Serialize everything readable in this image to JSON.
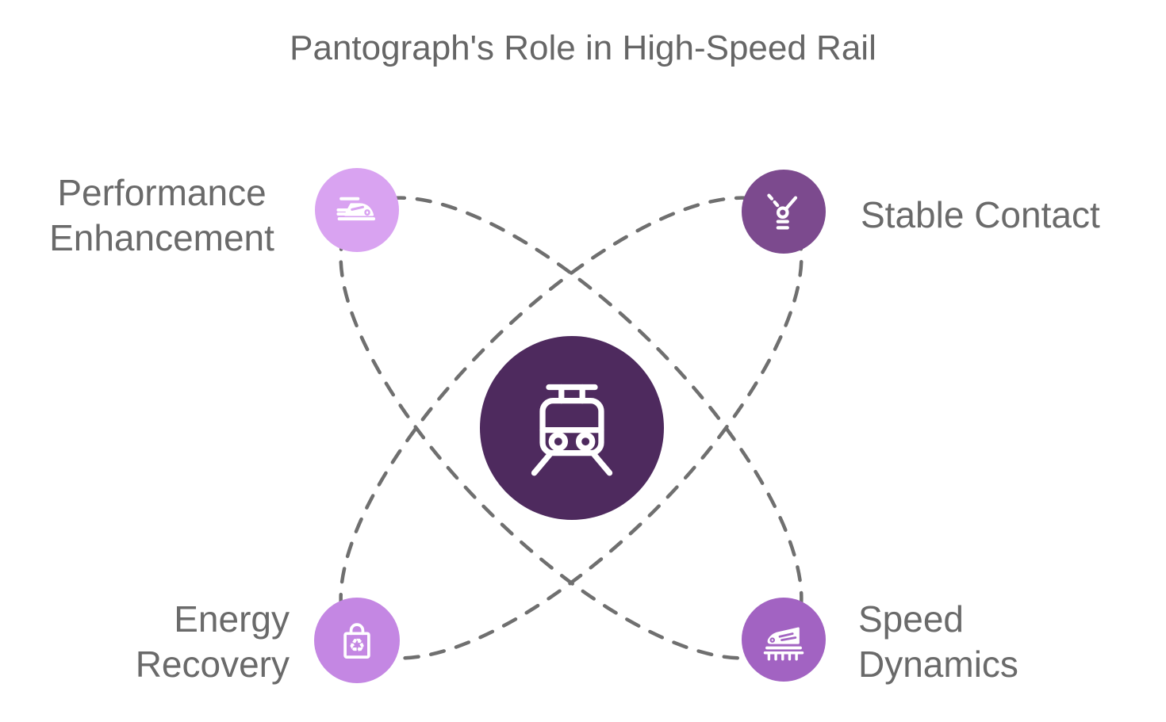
{
  "title": "Pantograph's Role in High-Speed Rail",
  "diagram_type": "central-hub-with-four-orbiting-nodes",
  "colors": {
    "background": "#ffffff",
    "title_text": "#666666",
    "label_text": "#6a6a6a",
    "orbit_dashes": "#6f6f6f",
    "center_circle": "#4e2a5e",
    "top_left_circle": "#d9a3f1",
    "top_right_circle": "#7c4a8e",
    "bottom_left_circle": "#c487e3",
    "bottom_right_circle": "#a263c2",
    "icon_stroke": "#ffffff"
  },
  "center": {
    "icon": "tram-pantograph-icon"
  },
  "nodes": [
    {
      "id": "performance-enhancement",
      "label": "Performance Enhancement",
      "icon": "high-speed-train-icon",
      "position": "top-left",
      "color": "#d9a3f1"
    },
    {
      "id": "stable-contact",
      "label": "Stable Contact",
      "icon": "contact-spark-icon",
      "position": "top-right",
      "color": "#7c4a8e"
    },
    {
      "id": "energy-recovery",
      "label": "Energy Recovery",
      "icon": "recycle-bag-icon",
      "position": "bottom-left",
      "color": "#c487e3"
    },
    {
      "id": "speed-dynamics",
      "label": "Speed Dynamics",
      "icon": "train-on-track-icon",
      "position": "bottom-right",
      "color": "#a263c2"
    }
  ]
}
